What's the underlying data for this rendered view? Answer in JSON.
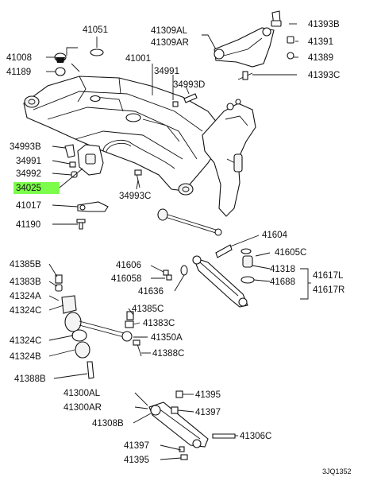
{
  "diagram": {
    "highlighted_part": "34025",
    "highlight_color": "#7CFC4B",
    "catalog_code": "3JQ1352",
    "labels": [
      {
        "id": "41051",
        "text": "41051"
      },
      {
        "id": "41008",
        "text": "41008"
      },
      {
        "id": "41189",
        "text": "41189"
      },
      {
        "id": "41001",
        "text": "41001"
      },
      {
        "id": "41309AL",
        "text": "41309AL"
      },
      {
        "id": "41309AR",
        "text": "41309AR"
      },
      {
        "id": "41393B",
        "text": "41393B"
      },
      {
        "id": "41391",
        "text": "41391"
      },
      {
        "id": "41389",
        "text": "41389"
      },
      {
        "id": "41393C",
        "text": "41393C"
      },
      {
        "id": "34991-top",
        "text": "34991"
      },
      {
        "id": "34993D",
        "text": "34993D"
      },
      {
        "id": "34993B",
        "text": "34993B"
      },
      {
        "id": "34991-left",
        "text": "34991"
      },
      {
        "id": "34992",
        "text": "34992"
      },
      {
        "id": "34025",
        "text": "34025"
      },
      {
        "id": "34993C",
        "text": "34993C"
      },
      {
        "id": "41017",
        "text": "41017"
      },
      {
        "id": "41190",
        "text": "41190"
      },
      {
        "id": "41604",
        "text": "41604"
      },
      {
        "id": "41605C",
        "text": "41605C"
      },
      {
        "id": "41606",
        "text": "41606"
      },
      {
        "id": "416058",
        "text": "416058"
      },
      {
        "id": "41636",
        "text": "41636"
      },
      {
        "id": "41318",
        "text": "41318"
      },
      {
        "id": "41688",
        "text": "41688"
      },
      {
        "id": "41617L",
        "text": "41617L"
      },
      {
        "id": "41617R",
        "text": "41617R"
      },
      {
        "id": "41385B",
        "text": "41385B"
      },
      {
        "id": "41383B",
        "text": "41383B"
      },
      {
        "id": "41324A",
        "text": "41324A"
      },
      {
        "id": "41324C-top",
        "text": "41324C"
      },
      {
        "id": "41385C",
        "text": "41385C"
      },
      {
        "id": "41383C",
        "text": "41383C"
      },
      {
        "id": "41350A",
        "text": "41350A"
      },
      {
        "id": "41324C-mid",
        "text": "41324C"
      },
      {
        "id": "41324B",
        "text": "41324B"
      },
      {
        "id": "41388C",
        "text": "41388C"
      },
      {
        "id": "41388B",
        "text": "41388B"
      },
      {
        "id": "41300AL",
        "text": "41300AL"
      },
      {
        "id": "41300AR",
        "text": "41300AR"
      },
      {
        "id": "41395-top",
        "text": "41395"
      },
      {
        "id": "41397-top",
        "text": "41397"
      },
      {
        "id": "41308B",
        "text": "41308B"
      },
      {
        "id": "41397-bot",
        "text": "41397"
      },
      {
        "id": "41306C",
        "text": "41306C"
      },
      {
        "id": "41395-bot",
        "text": "41395"
      }
    ]
  }
}
